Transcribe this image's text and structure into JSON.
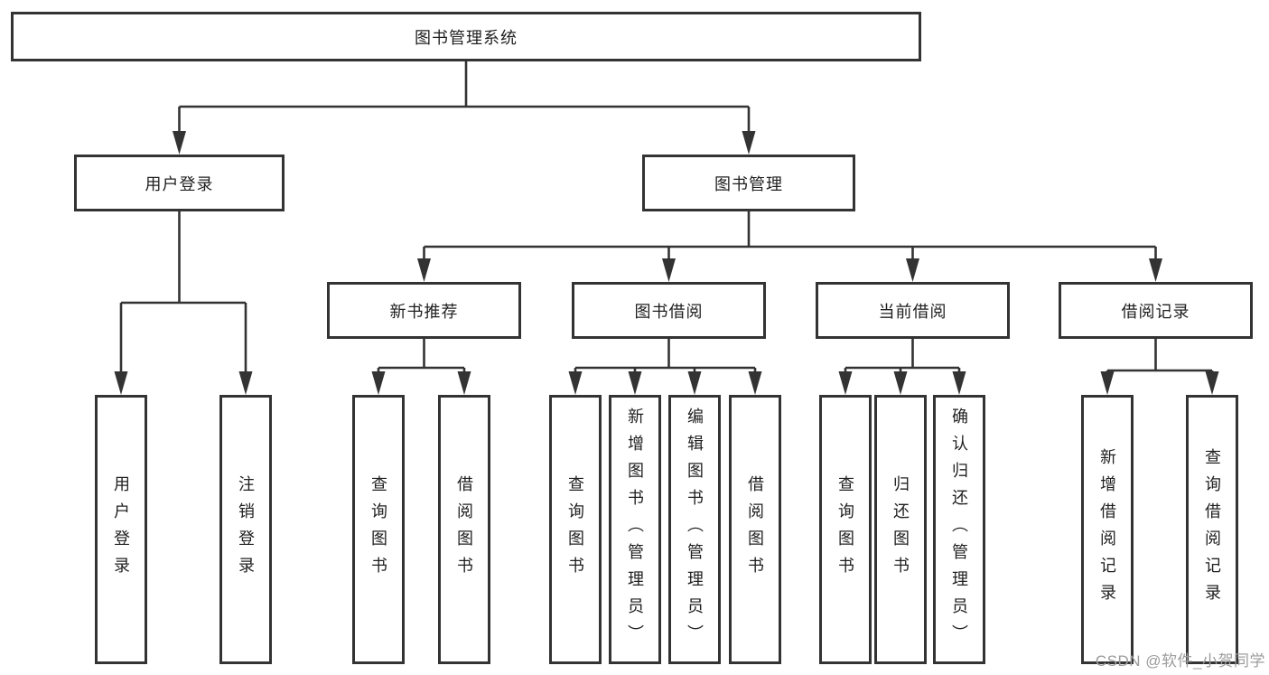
{
  "diagram": {
    "root": {
      "label": "图书管理系统"
    },
    "branches": [
      {
        "label": "用户登录",
        "children": [
          {
            "label": "用户登录"
          },
          {
            "label": "注销登录"
          }
        ]
      },
      {
        "label": "图书管理",
        "children": [
          {
            "label": "新书推荐",
            "children": [
              {
                "label": "查询图书"
              },
              {
                "label": "借阅图书"
              }
            ]
          },
          {
            "label": "图书借阅",
            "children": [
              {
                "label": "查询图书"
              },
              {
                "label": "新增图书（管理员）"
              },
              {
                "label": "编辑图书（管理员）"
              },
              {
                "label": "借阅图书"
              }
            ]
          },
          {
            "label": "当前借阅",
            "children": [
              {
                "label": "查询图书"
              },
              {
                "label": "归还图书"
              },
              {
                "label": "确认归还（管理员）"
              }
            ]
          },
          {
            "label": "借阅记录",
            "children": [
              {
                "label": "新增借阅记录"
              },
              {
                "label": "查询借阅记录"
              }
            ]
          }
        ]
      }
    ]
  },
  "watermark": {
    "text": "CSDN @软件_小贺同学"
  },
  "colors": {
    "line": "#333333",
    "box_border": "#333333",
    "box_background": "#ffffff",
    "text": "#1f1f1f",
    "watermark": "#9c9c9c",
    "page_background": "#ffffff"
  }
}
